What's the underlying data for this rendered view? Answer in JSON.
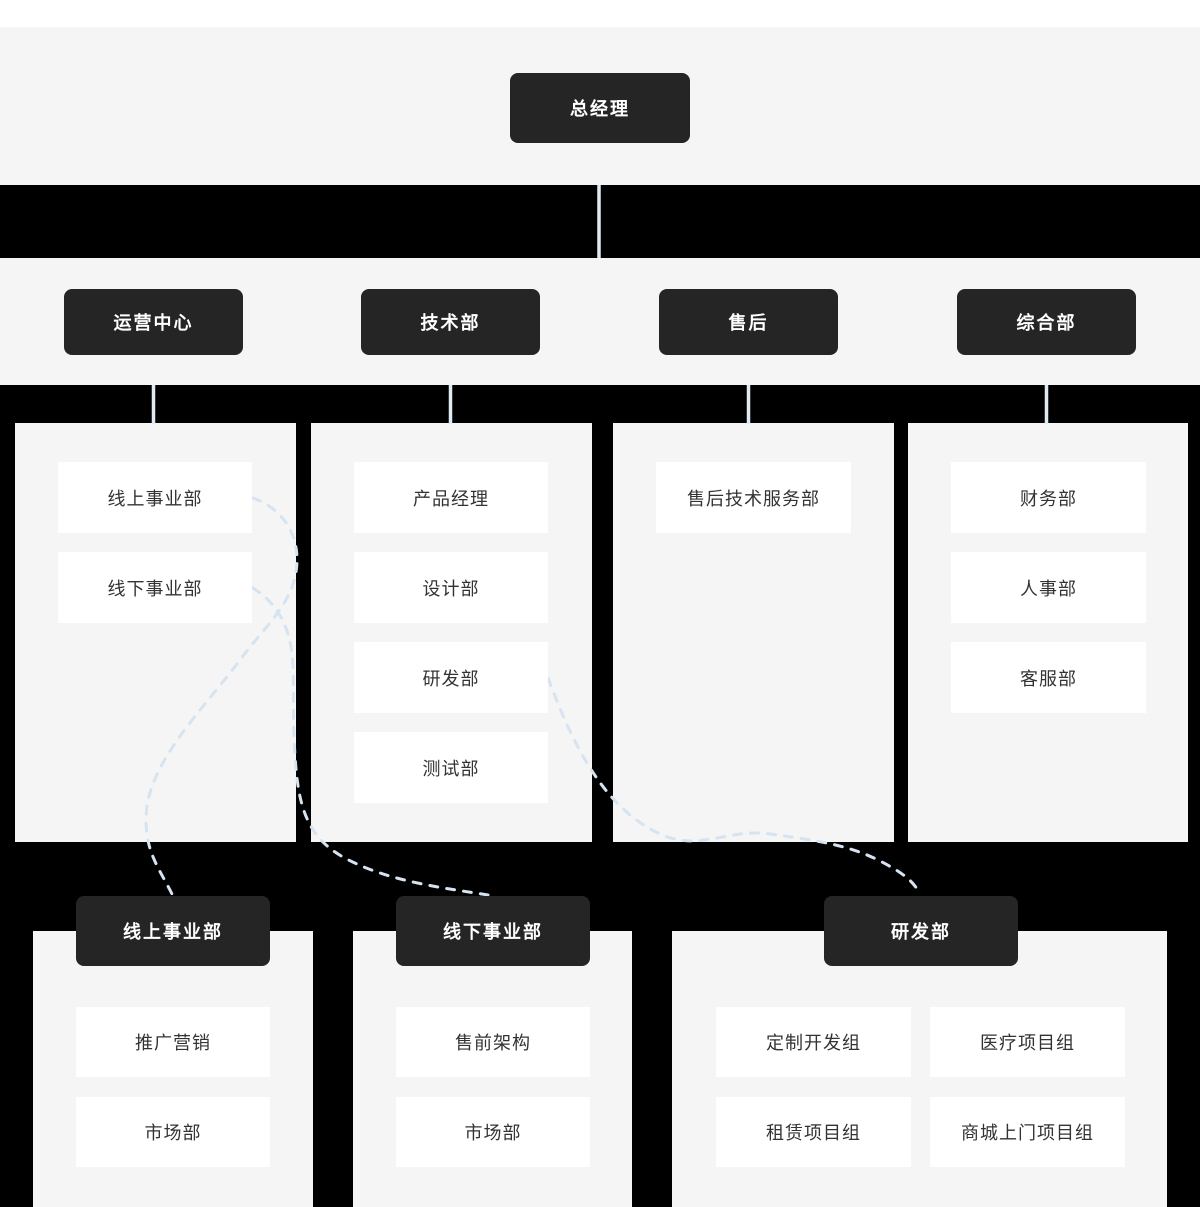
{
  "org_chart": {
    "root": {
      "label": "总经理"
    },
    "departments": [
      {
        "label": "运营中心",
        "units": [
          "线上事业部",
          "线下事业部"
        ]
      },
      {
        "label": "技术部",
        "units": [
          "产品经理",
          "设计部",
          "研发部",
          "测试部"
        ]
      },
      {
        "label": "售后",
        "units": [
          "售后技术服务部"
        ]
      },
      {
        "label": "综合部",
        "units": [
          "财务部",
          "人事部",
          "客服部"
        ]
      }
    ],
    "expanded_groups": [
      {
        "label": "线上事业部",
        "units": [
          "推广营销",
          "市场部"
        ]
      },
      {
        "label": "线下事业部",
        "units": [
          "售前架构",
          "市场部"
        ]
      },
      {
        "label": "研发部",
        "units": [
          "定制开发组",
          "医疗项目组",
          "租赁项目组",
          "商城上门项目组"
        ]
      }
    ],
    "colors": {
      "background": "#000000",
      "panel": "#f5f5f6",
      "node_dark": "#252525",
      "node_light": "#ffffff",
      "text_on_dark": "#ffffff",
      "text_on_light": "#333333",
      "connector_solid": "#e0eaf2",
      "connector_dashed": "#d6e3f0"
    }
  }
}
